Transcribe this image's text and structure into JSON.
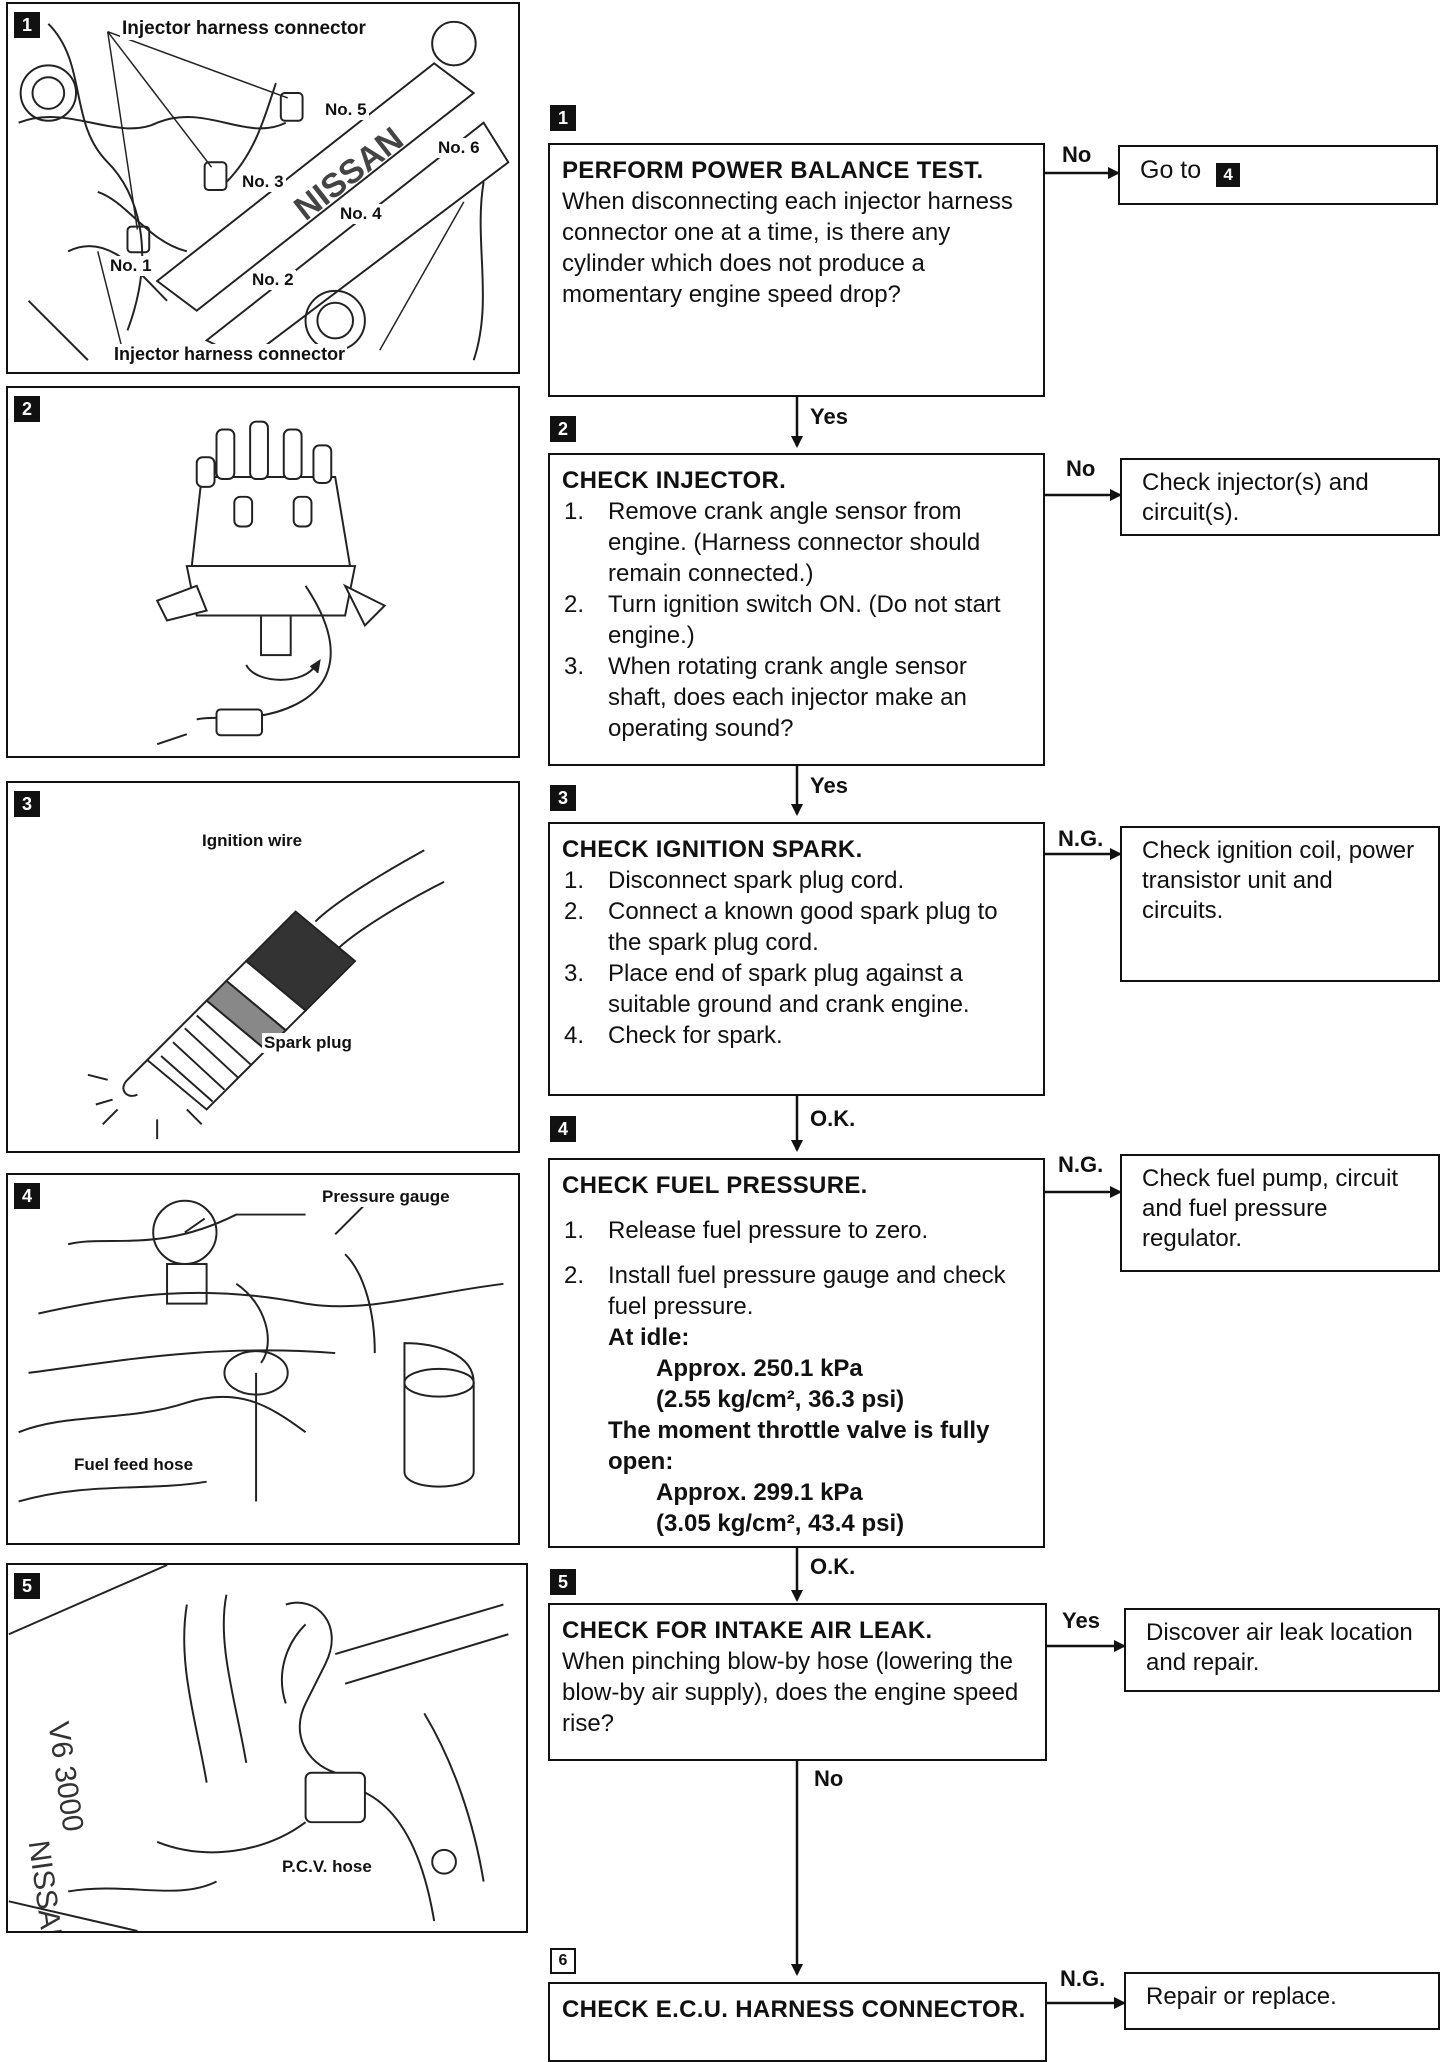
{
  "illustrations": {
    "p1": {
      "badge": "1",
      "labels": [
        "Injector harness connector",
        "No. 5",
        "No. 6",
        "No. 3",
        "No. 4",
        "No. 1",
        "No. 2",
        "Injector harness connector",
        "NISSAN"
      ]
    },
    "p2": {
      "badge": "2"
    },
    "p3": {
      "badge": "3",
      "labels": [
        "Ignition wire",
        "Spark plug"
      ]
    },
    "p4": {
      "badge": "4",
      "labels": [
        "Pressure gauge",
        "Fuel feed hose"
      ]
    },
    "p5": {
      "badge": "5",
      "labels": [
        "P.C.V. hose",
        "V6 3000",
        "NISSAN"
      ]
    }
  },
  "steps": [
    {
      "badge": "1",
      "title": "PERFORM POWER BALANCE TEST.",
      "body": "When disconnecting each injector harness connector one at a time, is there any cylinder which does not produce a momentary engine speed drop?",
      "branch": "No",
      "result": "Go to",
      "result_badge": "4",
      "next": "Yes"
    },
    {
      "badge": "2",
      "title": "CHECK INJECTOR.",
      "items": [
        "Remove crank angle sensor from engine. (Harness connector should remain connected.)",
        "Turn ignition switch ON. (Do not start engine.)",
        "When rotating crank angle sensor shaft, does each injector make an operating sound?"
      ],
      "nums": [
        "1.",
        "2.",
        "3."
      ],
      "branch": "No",
      "result": "Check injector(s) and circuit(s).",
      "next": "Yes"
    },
    {
      "badge": "3",
      "title": "CHECK IGNITION SPARK.",
      "items": [
        "Disconnect spark plug cord.",
        "Connect a known good spark plug to the spark plug cord.",
        "Place end of spark plug against a suitable ground and crank engine.",
        "Check for spark."
      ],
      "nums": [
        "1.",
        "2.",
        "3.",
        "4."
      ],
      "branch": "N.G.",
      "result": "Check ignition coil, power transistor unit and circuits.",
      "next": "O.K."
    },
    {
      "badge": "4",
      "title": "CHECK FUEL PRESSURE.",
      "item1": "Release fuel pressure to zero.",
      "item2": "Install fuel pressure gauge and check fuel pressure.",
      "nums": [
        "1.",
        "2."
      ],
      "idle_label": "At idle:",
      "idle_value": "Approx. 250.1 kPa",
      "idle_value2": "(2.55 kg/cm², 36.3 psi)",
      "open_label": "The moment throttle valve is fully open:",
      "open_value": "Approx. 299.1 kPa",
      "open_value2": "(3.05 kg/cm², 43.4 psi)",
      "branch": "N.G.",
      "result": "Check fuel pump, circuit and fuel pressure regulator.",
      "next": "O.K."
    },
    {
      "badge": "5",
      "title": "CHECK FOR INTAKE AIR LEAK.",
      "body": "When pinching blow-by hose (lowering the blow-by air supply), does the engine speed rise?",
      "branch": "Yes",
      "result": "Discover air leak location and repair.",
      "next": "No"
    },
    {
      "badge": "6",
      "title": "CHECK E.C.U. HARNESS CONNECTOR.",
      "branch": "N.G.",
      "result": "Repair or replace."
    }
  ]
}
